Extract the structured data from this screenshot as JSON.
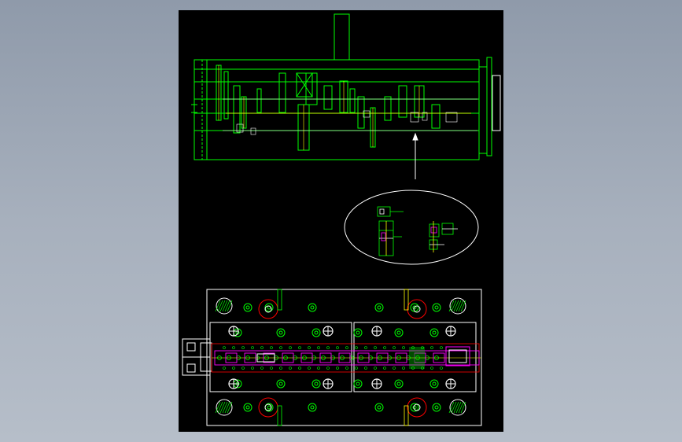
{
  "canvas": {
    "background": "#000000",
    "desktop_colors": [
      "#8f9aaa",
      "#b6bec9"
    ]
  },
  "colors": {
    "green": "#00ff00",
    "white": "#ffffff",
    "red": "#ff0000",
    "magenta": "#ff00ff",
    "yellow": "#ffff00",
    "cyan": "#00ffff"
  },
  "views": {
    "front_section": "die-assembly-front-section",
    "detail_callout": "enlarged-detail-ellipse",
    "plan_view": "lower-die-plan-view"
  },
  "icons": {
    "guide_post": "crosshatched-circle",
    "screw": "green-target-circle",
    "pin": "white-circle",
    "spring": "red-circle"
  }
}
